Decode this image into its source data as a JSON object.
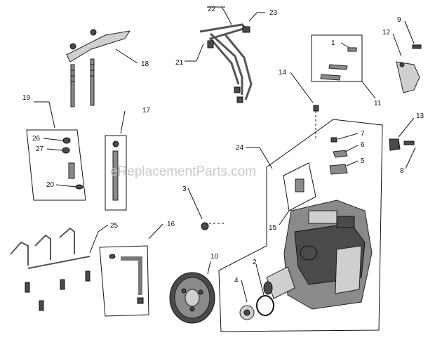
{
  "watermark": "eReplacementParts.com",
  "callouts": {
    "c1": "1",
    "c2": "2",
    "c3": "3",
    "c4": "4",
    "c5": "5",
    "c6": "6",
    "c7": "7",
    "c8": "8",
    "c9": "9",
    "c10": "10",
    "c11": "11",
    "c12": "12",
    "c13": "13",
    "c14": "14",
    "c15": "15",
    "c16": "16",
    "c17": "17",
    "c18": "18",
    "c19": "19",
    "c20": "20",
    "c21": "21",
    "c22": "22",
    "c23": "23",
    "c24": "24",
    "c25": "25",
    "c26": "26",
    "c27": "27"
  }
}
